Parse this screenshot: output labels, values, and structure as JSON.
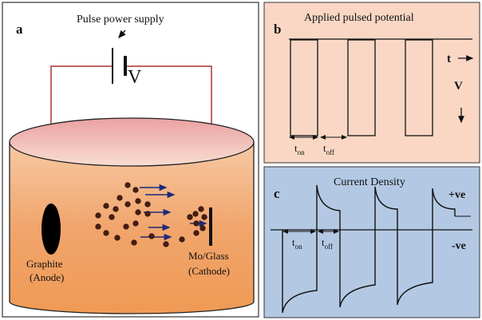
{
  "panel_a": {
    "letter": "a",
    "power_label": "Pulse power supply",
    "voltage_symbol": "V",
    "anode_line1": "Graphite",
    "anode_line2": "(Anode)",
    "cathode_line1": "Mo/Glass",
    "cathode_line2": "(Cathode)"
  },
  "panel_b": {
    "letter": "b",
    "title": "Applied pulsed potential",
    "time_label": "t",
    "voltage_label": "V",
    "t": "t",
    "on_sub": "on",
    "off_sub": "off"
  },
  "panel_c": {
    "letter": "c",
    "title": "Current Density",
    "pos_label": "+ve",
    "neg_label": "-ve",
    "t": "t",
    "on_sub": "on",
    "off_sub": "off"
  },
  "colors": {
    "panel_b_bg": "#f9d7c4",
    "panel_c_bg": "#b3c8e3",
    "wire": "#b03030",
    "electrode": "#000000",
    "particle": "#4a1d12",
    "arrow": "#1c2a78"
  }
}
